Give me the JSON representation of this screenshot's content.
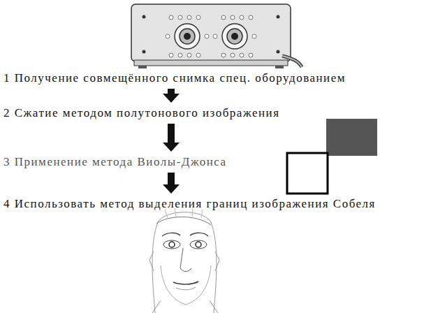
{
  "diagram": {
    "nodes": [
      {
        "text": [
          "1 Получение совмещённого снимка спец. оборудованием"
        ]
      },
      {
        "text": [
          "2 Сжатие методом полутонового изображения"
        ]
      },
      {
        "text": [
          "3 Применение метода Виолы-Джонса"
        ]
      },
      {
        "text": [
          "4 Использовать метод выделения границ изображения Собеля"
        ]
      }
    ],
    "edges": [
      {
        "from": 0,
        "to": 1,
        "arrow": "to"
      },
      {
        "from": 1,
        "to": 2,
        "arrow": "to"
      },
      {
        "from": 2,
        "to": 3,
        "arrow": "to"
      }
    ]
  }
}
